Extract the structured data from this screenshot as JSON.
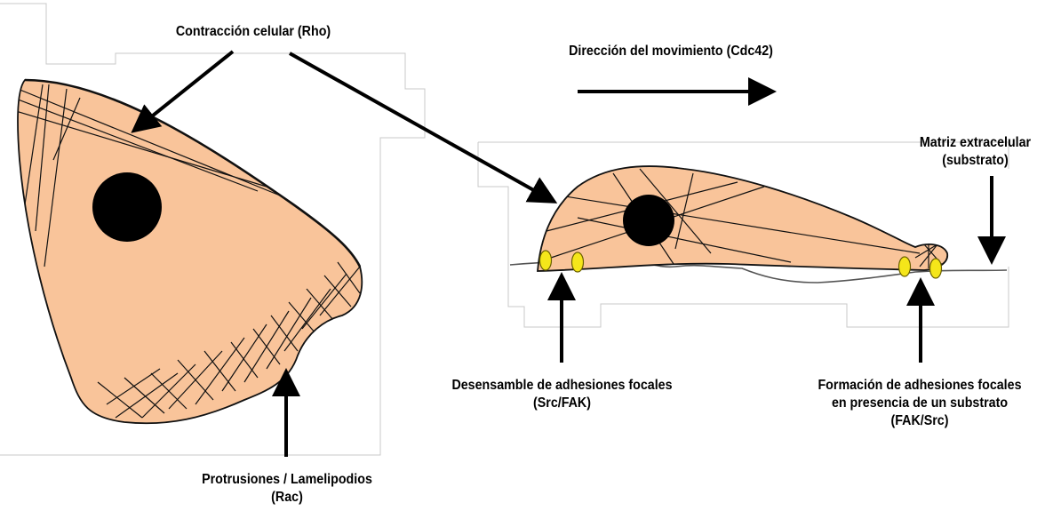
{
  "labels": {
    "contraction": "Contracción celular (Rho)",
    "direction": "Dirección del movimiento (Cdc42)",
    "matrix_line1": "Matriz extracelular",
    "matrix_line2": "(substrato)",
    "disassembly_line1": "Desensamble de adhesiones focales",
    "disassembly_line2": "(Src/FAK)",
    "formation_line1": "Formación de adhesiones focales",
    "formation_line2": "en presencia de un substrato",
    "formation_line3": "(FAK/Src)",
    "protrusions_line1": "Protrusiones / Lamelipodios",
    "protrusions_line2": "(Rac)"
  },
  "colors": {
    "cell_fill": "#F9C49A",
    "stroke": "#111111",
    "nucleus": "#000000",
    "adhesion_fill": "#F5E61A",
    "adhesion_stroke": "#6B6100",
    "outline": "#C8C8C8",
    "text": "#000000"
  }
}
